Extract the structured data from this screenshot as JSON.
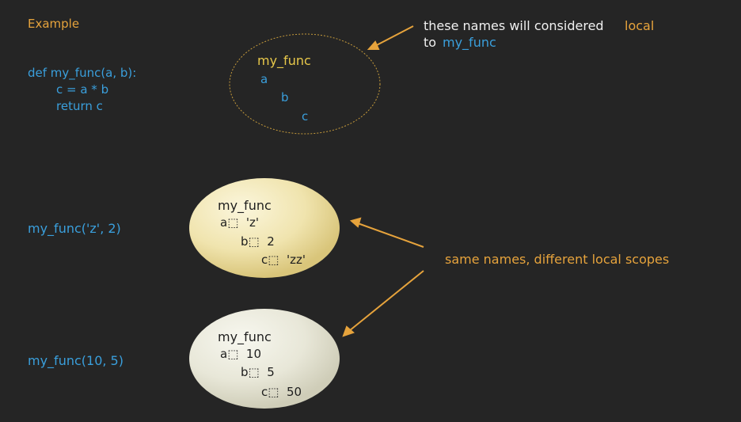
{
  "title": "Example",
  "code": {
    "line1": "def my_func(a, b):",
    "line2": "c = a * b",
    "line3": "return c"
  },
  "annotation_top": {
    "part1": "these names will considered",
    "highlight": "local",
    "part2": "to",
    "func": "my_func"
  },
  "scope_def": {
    "name": "my_func",
    "vars": [
      "a",
      "b",
      "c"
    ]
  },
  "calls": [
    {
      "call": "my_func('z', 2)",
      "scope_name": "my_func",
      "bindings": [
        "a⬚  'z'",
        "b⬚  2",
        "c⬚  'zz'"
      ]
    },
    {
      "call": "my_func(10, 5)",
      "scope_name": "my_func",
      "bindings": [
        "a⬚  10",
        "b⬚  5",
        "c⬚  50"
      ]
    }
  ],
  "annotation_bottom": "same names, different local scopes",
  "colors": {
    "background": "#252525",
    "orange": "#e6a33c",
    "blue": "#3a9fdc",
    "yellow_scope_fill": "#efe3a8",
    "gray_scope_fill": "#e6e5d6"
  }
}
